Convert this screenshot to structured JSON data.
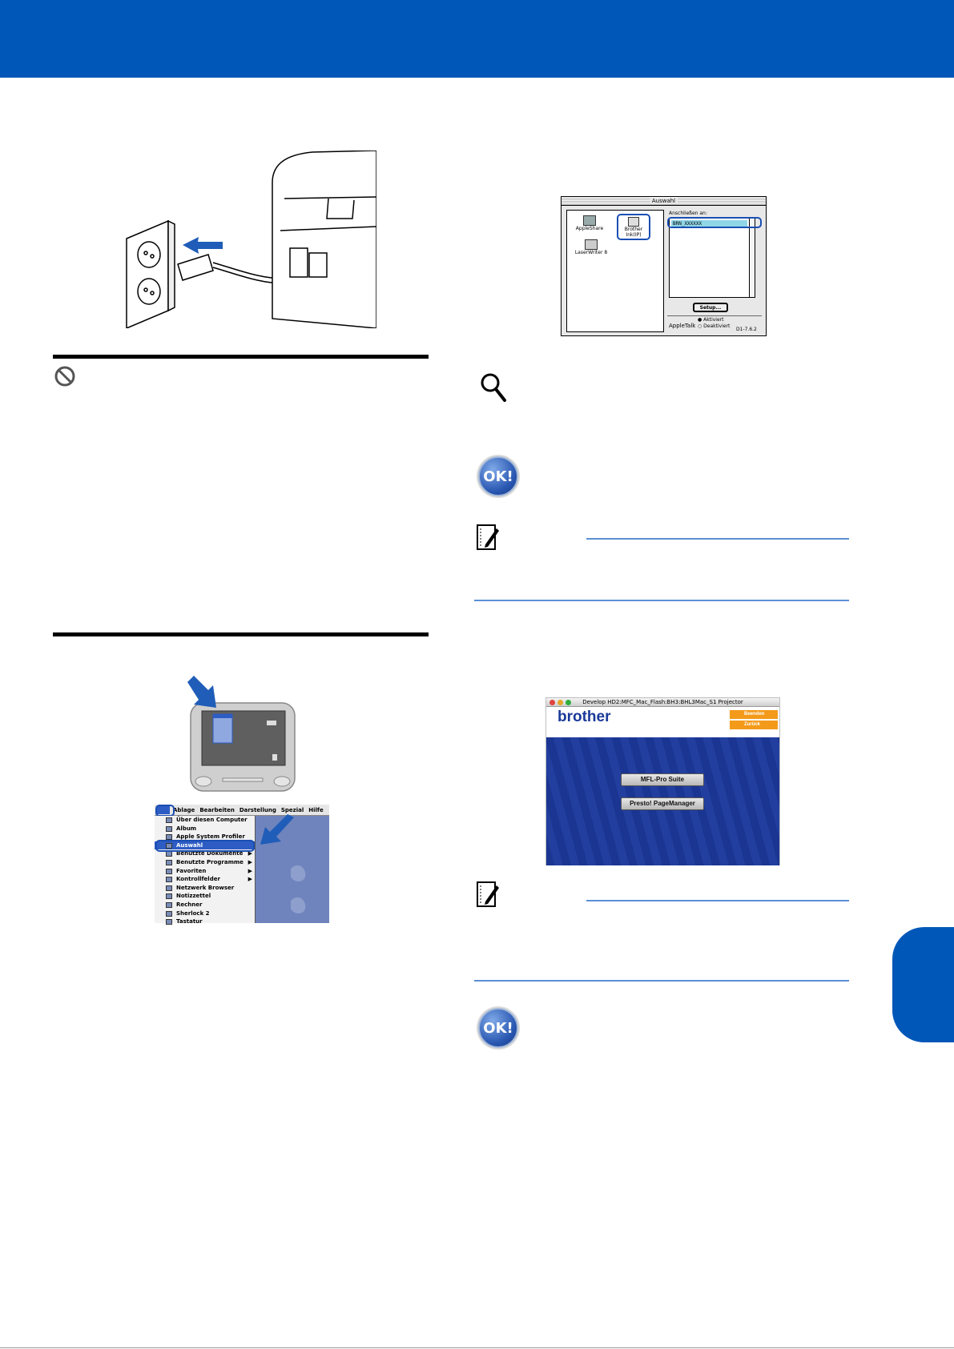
{
  "colors": {
    "brand_blue": "#0057b8",
    "rule_blue": "#5b8fd6",
    "highlight_blue": "#1a4fb3"
  },
  "icons": {
    "prohibited": "prohibited-icon",
    "magnifier": "magnifier-icon",
    "ok": "ok-badge-icon",
    "note": "note-pencil-icon",
    "arrow": "blue-arrow-icon"
  },
  "ok_badge_1": "OK!",
  "ok_badge_2": "OK!",
  "chooser": {
    "title": "Auswahl",
    "left_items": [
      "AppleShare",
      "LaserWriter 8"
    ],
    "selected_driver": "Brother Ink(IP)",
    "list_label": "Anschließen an:",
    "list_selected": "BRN_XXXXXX",
    "setup_button": "Setup...",
    "appletalk_label": "AppleTalk",
    "radio_active": "Aktiviert",
    "radio_inactive": "Deaktiviert",
    "version": "D1-7.6.2"
  },
  "projector": {
    "window_title": "Develop HD2:MFC_Mac_Flash:BH3:BHL3Mac_S1 Projector",
    "logo": "brother",
    "quit_button": "Beenden",
    "back_button": "Zurück",
    "button_1": "MFL-Pro Suite",
    "button_2": "Presto! PageManager"
  },
  "mac_menu": {
    "menubar": [
      "Ablage",
      "Bearbeiten",
      "Darstellung",
      "Spezial",
      "Hilfe"
    ],
    "items": [
      {
        "label": "Über diesen Computer",
        "sub": false,
        "selected": false
      },
      {
        "label": "Album",
        "sub": false,
        "selected": false
      },
      {
        "label": "Apple System Profiler",
        "sub": false,
        "selected": false
      },
      {
        "label": "Auswahl",
        "sub": false,
        "selected": true
      },
      {
        "label": "Benutzte Dokumente",
        "sub": true,
        "selected": false
      },
      {
        "label": "Benutzte Programme",
        "sub": true,
        "selected": false
      },
      {
        "label": "Favoriten",
        "sub": true,
        "selected": false
      },
      {
        "label": "Kontrollfelder",
        "sub": true,
        "selected": false
      },
      {
        "label": "Netzwerk Browser",
        "sub": false,
        "selected": false
      },
      {
        "label": "Notizzettel",
        "sub": false,
        "selected": false
      },
      {
        "label": "Rechner",
        "sub": false,
        "selected": false
      },
      {
        "label": "Sherlock 2",
        "sub": false,
        "selected": false
      },
      {
        "label": "Tastatur",
        "sub": false,
        "selected": false
      }
    ]
  }
}
